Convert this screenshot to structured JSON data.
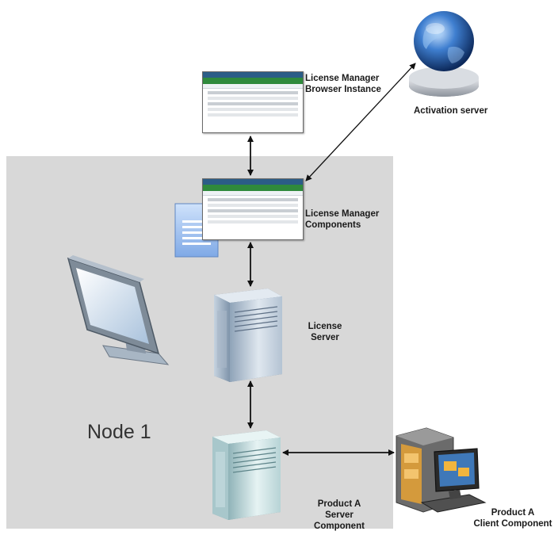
{
  "diagram": {
    "node_label": "Node 1",
    "labels": {
      "browser_instance": [
        "License Manager",
        "Browser Instance"
      ],
      "activation_server": "Activation server",
      "lm_components": [
        "License Manager",
        "Components"
      ],
      "license_server": [
        "License",
        "Server"
      ],
      "product_server": [
        "Product A",
        "Server",
        "Component"
      ],
      "product_client": [
        "Product A",
        "Client Component"
      ]
    },
    "icons": {
      "browser_instance": "browser-window-icon",
      "activation_server": "globe-server-icon",
      "lm_components": "browser-window-icon",
      "document": "document-icon",
      "license_server": "server-tower-icon",
      "product_server": "server-tower-icon",
      "product_client": "workstation-icon",
      "node": "monitor-icon"
    },
    "connections": [
      {
        "from": "License Manager Browser Instance",
        "to": "License Manager Components",
        "type": "bidirectional"
      },
      {
        "from": "License Manager Components",
        "to": "Activation server",
        "type": "bidirectional"
      },
      {
        "from": "License Manager Components",
        "to": "License Server",
        "type": "bidirectional"
      },
      {
        "from": "License Server",
        "to": "Product A Server Component",
        "type": "bidirectional"
      },
      {
        "from": "Product A Server Component",
        "to": "Product A Client Component",
        "type": "bidirectional"
      }
    ],
    "colors": {
      "node_area": "#d8d8d8",
      "window_title": "#2b5d87",
      "window_brand": "#2f8a3c",
      "server_body": "#b9c8d8",
      "globe": "#2a5fa8"
    }
  }
}
